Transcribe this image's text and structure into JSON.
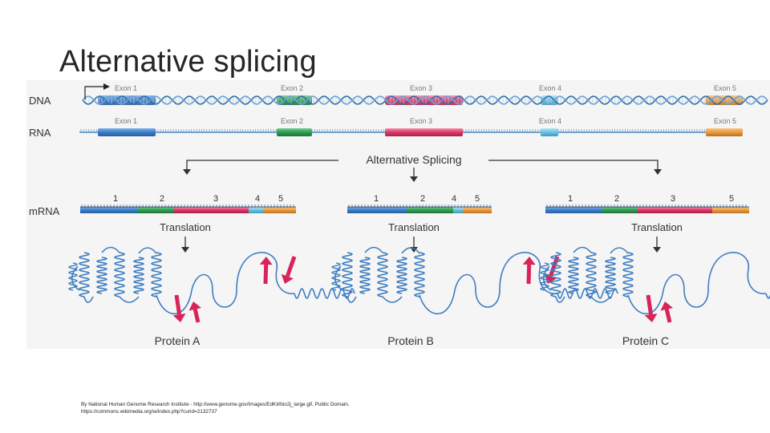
{
  "slide": {
    "title": "Alternative splicing",
    "credit_line1": "By National Human Genome Research Institute - http://www.genome.gov/Images/EdKit/bio2j_large.gif, Public Domain,",
    "credit_line2": "https://commons.wikimedia.org/w/index.php?curid=2132737"
  },
  "diagram": {
    "row_labels": {
      "dna": "DNA",
      "rna": "RNA",
      "mrna": "mRNA"
    },
    "exons": [
      {
        "label": "Exon 1",
        "color": "#3a7bc8"
      },
      {
        "label": "Exon 2",
        "color": "#2e9b52"
      },
      {
        "label": "Exon 3",
        "color": "#dd3566"
      },
      {
        "label": "Exon 4",
        "color": "#69c3e0"
      },
      {
        "label": "Exon 5",
        "color": "#ea9a3e"
      }
    ],
    "splicing_label": "Alternative Splicing",
    "translation_label": "Translation",
    "variants": [
      {
        "numbers": [
          "1",
          "2",
          "3",
          "4",
          "5"
        ],
        "protein": "Protein A"
      },
      {
        "numbers": [
          "1",
          "2",
          "4",
          "5"
        ],
        "protein": "Protein B"
      },
      {
        "numbers": [
          "1",
          "2",
          "3",
          "5"
        ],
        "protein": "Protein C"
      }
    ],
    "colors": {
      "strand": "#2f6fa8",
      "text": "#333333",
      "arrow": "#222222",
      "helix": "#3f7ec0",
      "sheet": "#d8245a",
      "background": "#f5f5f5"
    }
  }
}
